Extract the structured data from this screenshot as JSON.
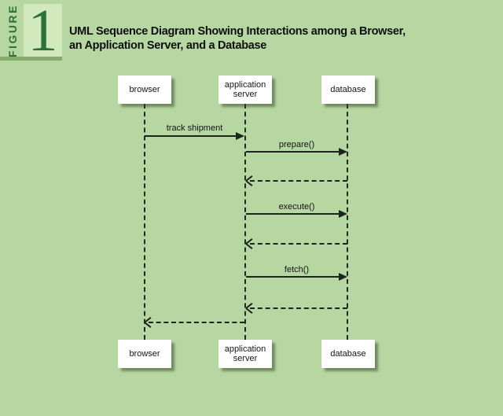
{
  "figure": {
    "label": "FIGURE",
    "number": "1"
  },
  "title": {
    "line1": "UML Sequence Diagram Showing Interactions among a Browser,",
    "line2": "an Application Server, and a Database"
  },
  "colors": {
    "background": "#b6d7a2",
    "figure_number_box": "#d2e9bd",
    "figure_green": "#2c7238",
    "figure_underbar": "#86ab6c",
    "diagram_line": "#1c241c",
    "actor_box_background": "#ffffff",
    "title_text": "#0e0e0e"
  },
  "diagram": {
    "actors": [
      {
        "id": "browser",
        "label": "browser"
      },
      {
        "id": "application-server",
        "label": "application server"
      },
      {
        "id": "database",
        "label": "database"
      }
    ],
    "messages": [
      {
        "label": "track shipment",
        "from": "browser",
        "to": "application-server",
        "type": "solid"
      },
      {
        "label": "prepare()",
        "from": "application-server",
        "to": "database",
        "type": "solid"
      },
      {
        "label": "",
        "from": "database",
        "to": "application-server",
        "type": "dashed-return"
      },
      {
        "label": "execute()",
        "from": "application-server",
        "to": "database",
        "type": "solid"
      },
      {
        "label": "",
        "from": "database",
        "to": "application-server",
        "type": "dashed-return"
      },
      {
        "label": "fetch()",
        "from": "application-server",
        "to": "database",
        "type": "solid"
      },
      {
        "label": "",
        "from": "database",
        "to": "application-server",
        "type": "dashed-return"
      },
      {
        "label": "",
        "from": "application-server",
        "to": "browser",
        "type": "dashed-return"
      }
    ]
  }
}
